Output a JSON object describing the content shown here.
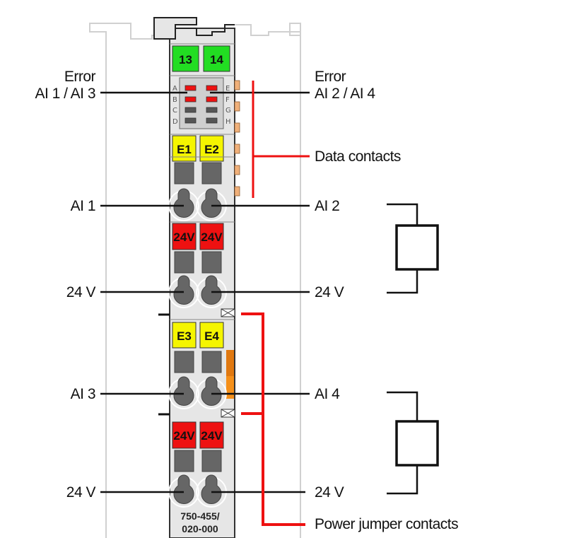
{
  "title": "Terminal module wiring diagram",
  "module": {
    "part_number_line1": "750-455/",
    "part_number_line2": "020-000"
  },
  "markers": {
    "top": [
      "13",
      "14"
    ],
    "e_top": [
      "E1",
      "E2"
    ],
    "v_top": [
      "24V",
      "24V"
    ],
    "e_bottom": [
      "E3",
      "E4"
    ],
    "v_bottom": [
      "24V",
      "24V"
    ]
  },
  "led_letters": {
    "left": [
      "A",
      "B",
      "C",
      "D"
    ],
    "right": [
      "E",
      "F",
      "G",
      "H"
    ]
  },
  "labels_left": {
    "error_line1": "Error",
    "error_line2": "AI 1 / AI 3",
    "ai1": "AI 1",
    "v24_1": "24 V",
    "ai3": "AI 3",
    "v24_2": "24 V"
  },
  "labels_right": {
    "error_line1": "Error",
    "error_line2": "AI 2 / AI 4",
    "data_contacts": "Data contacts",
    "ai2": "AI 2",
    "v24_1": "24 V",
    "ai4": "AI 4",
    "v24_2": "24 V",
    "power_jumper": "Power jumper contacts"
  },
  "colors": {
    "green_marker": "#22dd22",
    "yellow_marker": "#f5f500",
    "red_marker": "#ee1111",
    "led_red": "#ee1111",
    "led_off": "#555555",
    "bracket_red": "#ee1111",
    "data_contact": "#f0b07a",
    "power_jumper_orange": "#f08a10"
  }
}
